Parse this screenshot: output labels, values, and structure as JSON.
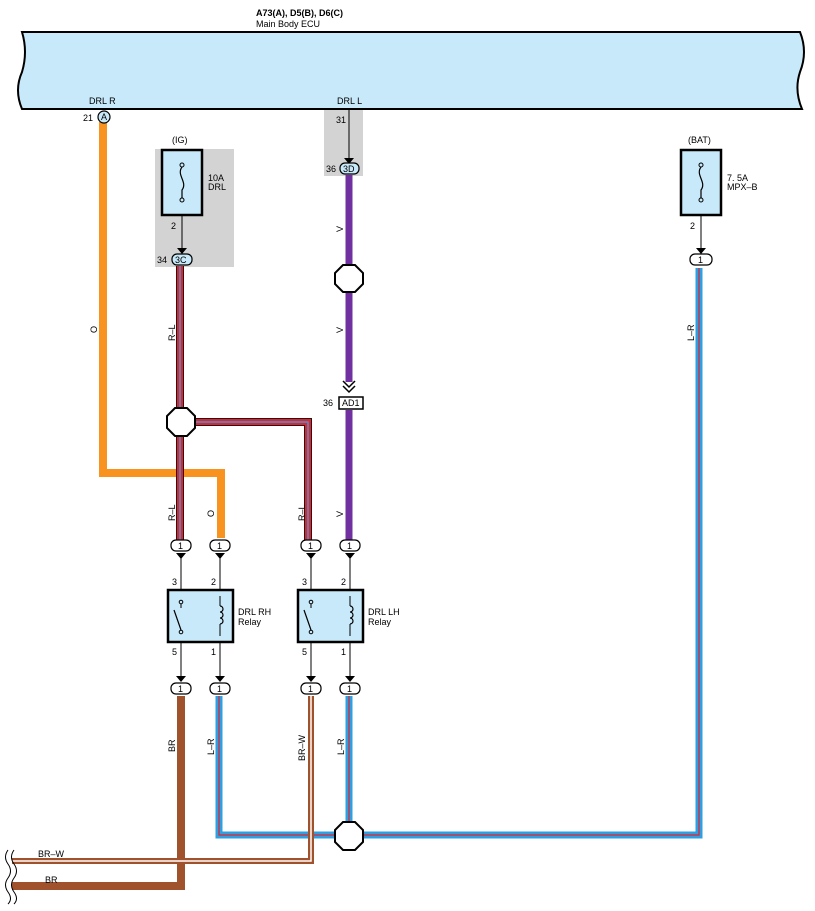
{
  "ecu": {
    "title_line1": "A73(A), D5(B), D6(C)",
    "title_line2": "Main Body ECU",
    "pin_drl_r_label": "DRL R",
    "pin_drl_r_num": "21",
    "pin_drl_r_conn": "A",
    "pin_drl_l_label": "DRL L",
    "pin_drl_l_num": "31"
  },
  "fuse_drl": {
    "source": "(IG)",
    "rating": "10A",
    "name": "DRL",
    "pin": "2",
    "conn_pin": "34",
    "conn": "3C"
  },
  "fuse_mpx": {
    "source": "(BAT)",
    "rating": "7. 5A",
    "name": "MPX–B",
    "pin": "2",
    "conn": "1"
  },
  "drl_l_junction": {
    "pin": "36",
    "conn": "3D"
  },
  "ad1": {
    "pin": "36",
    "name": "AD1"
  },
  "wires": {
    "drl_r": "O",
    "drl_l_upper": "V",
    "drl_l_mid": "V",
    "drl_l_lower": "V",
    "fuse_out": "R–L",
    "mpx_out": "L–R",
    "rh_relay_in3": "R–L",
    "rh_relay_in2": "O",
    "lh_relay_in3": "R–L",
    "rh_out5": "BR",
    "rh_out1": "L–R",
    "lh_out5": "BR–W",
    "lh_out1": "L–R",
    "bottom_brw": "BR–W",
    "bottom_br": "BR"
  },
  "relay_rh": {
    "name_line1": "DRL RH",
    "name_line2": "Relay",
    "pin3": "3",
    "pin2": "2",
    "pin5": "5",
    "pin1": "1",
    "conn_top_a": "1",
    "conn_top_b": "1",
    "conn_bot_a": "1",
    "conn_bot_b": "1"
  },
  "relay_lh": {
    "name_line1": "DRL LH",
    "name_line2": "Relay",
    "pin3": "3",
    "pin2": "2",
    "pin5": "5",
    "pin1": "1",
    "conn_top_a": "1",
    "conn_top_b": "1",
    "conn_bot_a": "1",
    "conn_bot_b": "1"
  },
  "colors": {
    "orange": "#F7931E",
    "violet": "#7030A0",
    "red": "#E8202A",
    "blue": "#2E9FE0",
    "brown": "#A0522D",
    "body_fill": "#C8E9F9",
    "shade": "#D3D3D3"
  }
}
